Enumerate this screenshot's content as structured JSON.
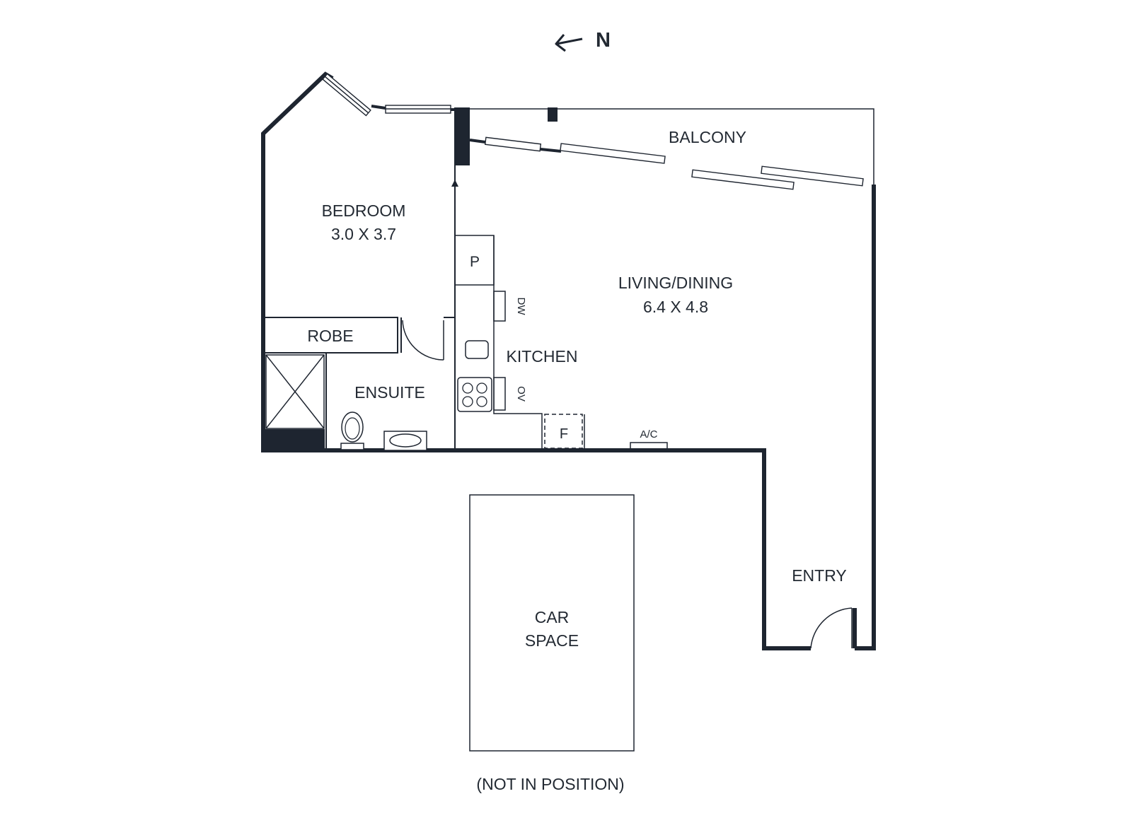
{
  "compass": {
    "label": "N",
    "icon": "north-arrow-icon"
  },
  "rooms": {
    "balcony": {
      "name": "BALCONY"
    },
    "bedroom": {
      "name": "BEDROOM",
      "size": "3.0 X 3.7"
    },
    "living_dining": {
      "name": "LIVING/DINING",
      "size": "6.4 X 4.8"
    },
    "kitchen": {
      "name": "KITCHEN"
    },
    "robe": {
      "name": "ROBE"
    },
    "ensuite": {
      "name": "ENSUITE"
    },
    "entry": {
      "name": "ENTRY"
    },
    "car_space": {
      "line1": "CAR",
      "line2": "SPACE",
      "note": "(NOT IN POSITION)"
    }
  },
  "fixtures": {
    "pantry": "P",
    "dishwasher": "DW",
    "oven": "OV",
    "fridge": "F",
    "air_conditioner": "A/C"
  },
  "colors": {
    "wall": "#1e2530",
    "text": "#232a33",
    "background": "#ffffff"
  }
}
